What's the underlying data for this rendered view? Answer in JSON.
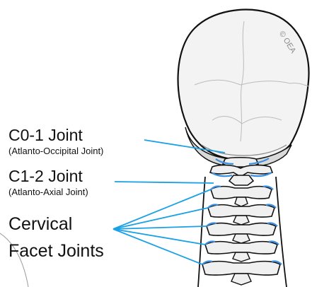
{
  "labels": {
    "c01_title": "C0-1 Joint",
    "c01_sub": "(Atlanto-Occipital Joint)",
    "c12_title": "C1-2 Joint",
    "c12_sub": "(Atlanto-Axial Joint)",
    "facet_line1": "Cervical",
    "facet_line2": "Facet Joints"
  },
  "watermark": "© OEA",
  "colors": {
    "leader_line": "#1aa0e6",
    "joint_highlight": "#3b8fe0",
    "bone": "#f2f2f2",
    "outline": "#111111"
  }
}
